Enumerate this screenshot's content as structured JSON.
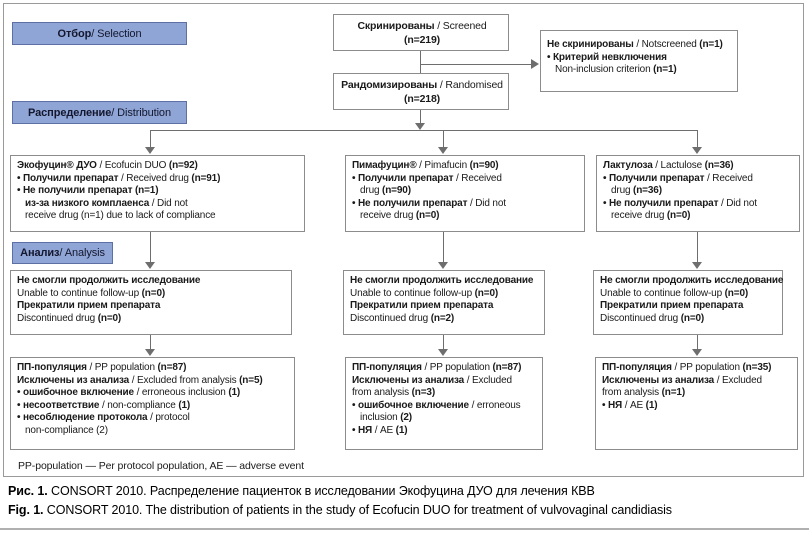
{
  "stages": [
    {
      "ru": "Отбор",
      "en": " / Selection"
    },
    {
      "ru": "Распределение",
      "en": " / Distribution"
    },
    {
      "ru": "Анализ",
      "en": " / Analysis"
    }
  ],
  "boxes": {
    "screened": {
      "lines": [
        {
          "seg": [
            {
              "t": "Скринированы",
              "b": 1
            },
            {
              "t": " / Screened",
              "b": 0
            }
          ]
        },
        {
          "seg": [
            {
              "t": "(n=219)",
              "b": 1
            }
          ]
        }
      ]
    },
    "not_screened": {
      "lines": [
        {
          "seg": [
            {
              "t": "Не скринированы",
              "b": 1
            },
            {
              "t": " / Notscreened ",
              "b": 0
            },
            {
              "t": "(n=1)",
              "b": 1
            }
          ]
        },
        {
          "seg": [
            {
              "t": "• Критерий невключения",
              "b": 1
            }
          ]
        },
        {
          "ind": 1,
          "seg": [
            {
              "t": "Non-inclusion criterion ",
              "b": 0
            },
            {
              "t": "(n=1)",
              "b": 1
            }
          ]
        }
      ]
    },
    "randomised": {
      "lines": [
        {
          "seg": [
            {
              "t": "Рандомизированы",
              "b": 1
            },
            {
              "t": " / Randomised",
              "b": 0
            }
          ]
        },
        {
          "seg": [
            {
              "t": "(n=218)",
              "b": 1
            }
          ]
        }
      ]
    },
    "ecofucin": {
      "lines": [
        {
          "seg": [
            {
              "t": "Экофуцин® ДУО",
              "b": 1
            },
            {
              "t": " / Ecofucin DUO ",
              "b": 0
            },
            {
              "t": "(n=92)",
              "b": 1
            }
          ]
        },
        {
          "seg": [
            {
              "t": "• Получили препарат",
              "b": 1
            },
            {
              "t": " / Received drug ",
              "b": 0
            },
            {
              "t": "(n=91)",
              "b": 1
            }
          ]
        },
        {
          "seg": [
            {
              "t": "• Не получили препарат (n=1)",
              "b": 1
            }
          ]
        },
        {
          "ind": 1,
          "seg": [
            {
              "t": "из-за низкого комплаенса",
              "b": 1
            },
            {
              "t": " / Did not",
              "b": 0
            }
          ]
        },
        {
          "ind": 1,
          "seg": [
            {
              "t": "receive drug (n=1) due to lack of compliance",
              "b": 0
            }
          ]
        }
      ]
    },
    "pimafucin": {
      "lines": [
        {
          "seg": [
            {
              "t": "Пимафуцин®",
              "b": 1
            },
            {
              "t": " / Pimafucin ",
              "b": 0
            },
            {
              "t": "(n=90)",
              "b": 1
            }
          ]
        },
        {
          "seg": [
            {
              "t": "• Получили препарат",
              "b": 1
            },
            {
              "t": " / Received",
              "b": 0
            }
          ]
        },
        {
          "ind": 1,
          "seg": [
            {
              "t": "drug ",
              "b": 0
            },
            {
              "t": "(n=90)",
              "b": 1
            }
          ]
        },
        {
          "seg": [
            {
              "t": "• Не получили препарат",
              "b": 1
            },
            {
              "t": " / Did not",
              "b": 0
            }
          ]
        },
        {
          "ind": 1,
          "seg": [
            {
              "t": "receive drug ",
              "b": 0
            },
            {
              "t": "(n=0)",
              "b": 1
            }
          ]
        }
      ]
    },
    "lactulose": {
      "lines": [
        {
          "seg": [
            {
              "t": "Лактулоза",
              "b": 1
            },
            {
              "t": " / Lactulose ",
              "b": 0
            },
            {
              "t": "(n=36)",
              "b": 1
            }
          ]
        },
        {
          "seg": [
            {
              "t": "• Получили препарат",
              "b": 1
            },
            {
              "t": " / Received",
              "b": 0
            }
          ]
        },
        {
          "ind": 1,
          "seg": [
            {
              "t": "drug ",
              "b": 0
            },
            {
              "t": "(n=36)",
              "b": 1
            }
          ]
        },
        {
          "seg": [
            {
              "t": "• Не получили препарат",
              "b": 1
            },
            {
              "t": " / Did not",
              "b": 0
            }
          ]
        },
        {
          "ind": 1,
          "seg": [
            {
              "t": "receive drug ",
              "b": 0
            },
            {
              "t": "(n=0)",
              "b": 1
            }
          ]
        }
      ]
    },
    "followup_ecofucin": {
      "lines": [
        {
          "seg": [
            {
              "t": "Не смогли продолжить исследование",
              "b": 1
            }
          ]
        },
        {
          "seg": [
            {
              "t": "Unable to continue follow-up ",
              "b": 0
            },
            {
              "t": "(n=0)",
              "b": 1
            }
          ]
        },
        {
          "seg": [
            {
              "t": "Прекратили прием препарата",
              "b": 1
            }
          ]
        },
        {
          "seg": [
            {
              "t": "Discontinued drug ",
              "b": 0
            },
            {
              "t": "(n=0)",
              "b": 1
            }
          ]
        }
      ]
    },
    "followup_pimafucin": {
      "lines": [
        {
          "seg": [
            {
              "t": "Не смогли продолжить исследование",
              "b": 1
            }
          ]
        },
        {
          "seg": [
            {
              "t": "Unable to continue follow-up ",
              "b": 0
            },
            {
              "t": "(n=0)",
              "b": 1
            }
          ]
        },
        {
          "seg": [
            {
              "t": "Прекратили прием препарата",
              "b": 1
            }
          ]
        },
        {
          "seg": [
            {
              "t": "Discontinued drug ",
              "b": 0
            },
            {
              "t": "(n=2)",
              "b": 1
            }
          ]
        }
      ]
    },
    "followup_lactulose": {
      "lines": [
        {
          "seg": [
            {
              "t": "Не смогли продолжить исследование",
              "b": 1
            }
          ]
        },
        {
          "seg": [
            {
              "t": "Unable to continue follow-up ",
              "b": 0
            },
            {
              "t": "(n=0)",
              "b": 1
            }
          ]
        },
        {
          "seg": [
            {
              "t": "Прекратили прием препарата",
              "b": 1
            }
          ]
        },
        {
          "seg": [
            {
              "t": "Discontinued drug ",
              "b": 0
            },
            {
              "t": "(n=0)",
              "b": 1
            }
          ]
        }
      ]
    },
    "pp_ecofucin": {
      "lines": [
        {
          "seg": [
            {
              "t": "ПП-популяция",
              "b": 1
            },
            {
              "t": " / PP population ",
              "b": 0
            },
            {
              "t": "(n=87)",
              "b": 1
            }
          ]
        },
        {
          "seg": [
            {
              "t": "Исключены из анализа",
              "b": 1
            },
            {
              "t": " / Excluded from analysis ",
              "b": 0
            },
            {
              "t": "(n=5)",
              "b": 1
            }
          ]
        },
        {
          "seg": [
            {
              "t": "• ошибочное включение",
              "b": 1
            },
            {
              "t": " / erroneous inclusion ",
              "b": 0
            },
            {
              "t": "(1)",
              "b": 1
            }
          ]
        },
        {
          "seg": [
            {
              "t": "• несоответствие",
              "b": 1
            },
            {
              "t": " / non-compliance ",
              "b": 0
            },
            {
              "t": "(1)",
              "b": 1
            }
          ]
        },
        {
          "seg": [
            {
              "t": "• несоблюдение протокола",
              "b": 1
            },
            {
              "t": " / protocol",
              "b": 0
            }
          ]
        },
        {
          "ind": 1,
          "seg": [
            {
              "t": "non-compliance (2)",
              "b": 0
            }
          ]
        }
      ]
    },
    "pp_pimafucin": {
      "lines": [
        {
          "seg": [
            {
              "t": "ПП-популяция",
              "b": 1
            },
            {
              "t": " / PP population ",
              "b": 0
            },
            {
              "t": "(n=87)",
              "b": 1
            }
          ]
        },
        {
          "seg": [
            {
              "t": "Исключены из анализа",
              "b": 1
            },
            {
              "t": " / Excluded",
              "b": 0
            }
          ]
        },
        {
          "seg": [
            {
              "t": "from analysis ",
              "b": 0
            },
            {
              "t": "(n=3)",
              "b": 1
            }
          ]
        },
        {
          "seg": [
            {
              "t": "• ошибочное включение",
              "b": 1
            },
            {
              "t": " / erroneous",
              "b": 0
            }
          ]
        },
        {
          "ind": 1,
          "seg": [
            {
              "t": "inclusion ",
              "b": 0
            },
            {
              "t": "(2)",
              "b": 1
            }
          ]
        },
        {
          "seg": [
            {
              "t": "• НЯ",
              "b": 1
            },
            {
              "t": " / AE ",
              "b": 0
            },
            {
              "t": "(1)",
              "b": 1
            }
          ]
        }
      ]
    },
    "pp_lactulose": {
      "lines": [
        {
          "seg": [
            {
              "t": "ПП-популяция",
              "b": 1
            },
            {
              "t": " / PP population ",
              "b": 0
            },
            {
              "t": "(n=35)",
              "b": 1
            }
          ]
        },
        {
          "seg": [
            {
              "t": "Исключены из анализа",
              "b": 1
            },
            {
              "t": " / Excluded",
              "b": 0
            }
          ]
        },
        {
          "seg": [
            {
              "t": "from analysis ",
              "b": 0
            },
            {
              "t": "(n=1)",
              "b": 1
            }
          ]
        },
        {
          "seg": [
            {
              "t": "• НЯ",
              "b": 1
            },
            {
              "t": " / AE ",
              "b": 0
            },
            {
              "t": "(1)",
              "b": 1
            }
          ]
        }
      ]
    }
  },
  "footnote": "PP-population — Per protocol population, AE — adverse event",
  "caption": {
    "ru_label": "Рис. 1.",
    "ru_text": " CONSORT 2010. Распределение пациенток в исследовании Экофуцина ДУО для лечения КВВ",
    "en_label": "Fig. 1.",
    "en_text": " CONSORT 2010. The distribution of patients in the study of Ecofucin DUO for treatment of vulvovaginal candidiasis"
  },
  "colors": {
    "stage_fill": "#8fa5d5",
    "stage_border": "#5e6fa5",
    "box_border": "#8c8c8c",
    "connector": "#6e6e6e",
    "outer_border": "#9a9a9a"
  }
}
